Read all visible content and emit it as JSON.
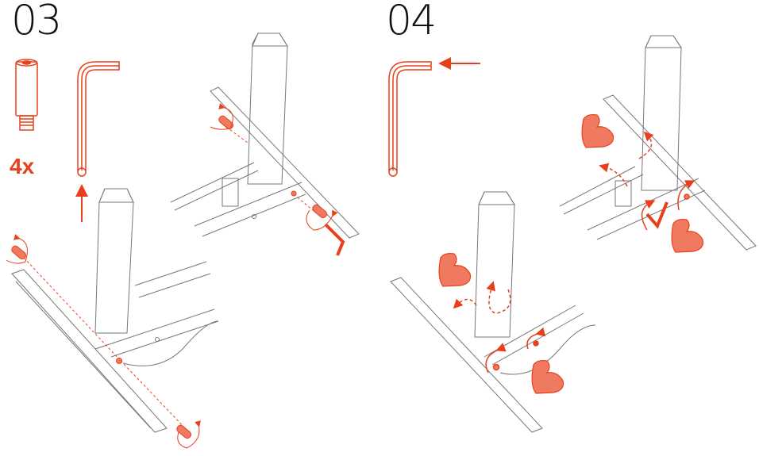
{
  "steps": [
    {
      "number": "03",
      "quantity_label": "4x",
      "parts": [
        "threaded-bolt",
        "hex-key"
      ]
    },
    {
      "number": "04",
      "parts": [
        "hex-key"
      ]
    }
  ],
  "colors": {
    "accent": "#e8401c",
    "accent_fill": "#ef7a60",
    "line": "#777777",
    "text": "#111111"
  }
}
